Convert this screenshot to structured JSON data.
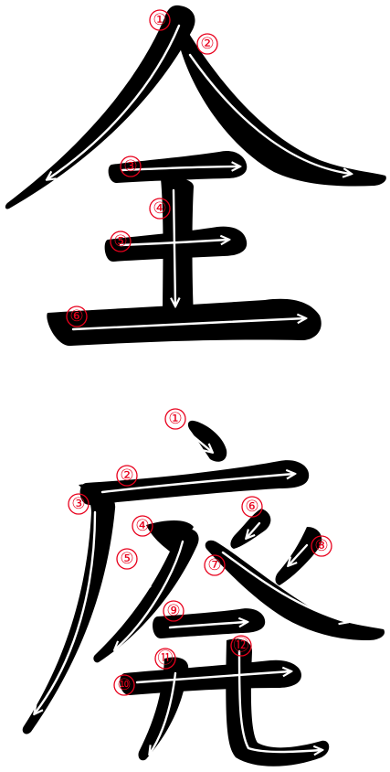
{
  "colors": {
    "ink": "#000000",
    "guide": "#ffffff",
    "number": "#e8001c"
  },
  "characters": [
    {
      "char": "全",
      "stroke_count": 6,
      "numbers": [
        "①",
        "②",
        "③",
        "④",
        "⑤",
        "⑥"
      ]
    },
    {
      "char": "廃",
      "stroke_count": 12,
      "numbers": [
        "①",
        "②",
        "③",
        "④",
        "⑤",
        "⑥",
        "⑦",
        "⑧",
        "⑨",
        "⑩",
        "⑪",
        "⑫"
      ]
    }
  ]
}
